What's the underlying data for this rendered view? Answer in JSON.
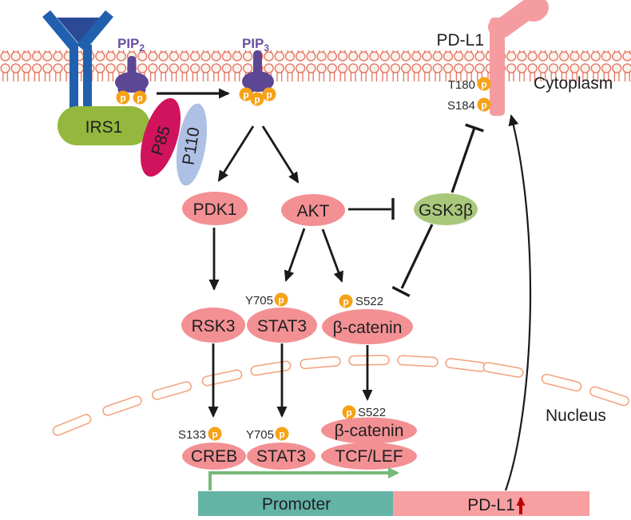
{
  "compartments": {
    "cytoplasm": "Cytoplasm",
    "nucleus": "Nucleus"
  },
  "phospho": "p",
  "lipids": {
    "pip2_base": "PIP",
    "pip2_sub": "2",
    "pip3_base": "PIP",
    "pip3_sub": "3"
  },
  "receptor_complex": {
    "irs1": "IRS1",
    "p85": "P85",
    "p110": "P110"
  },
  "kinases": {
    "pdk1": "PDK1",
    "akt": "AKT",
    "gsk3b": "GSK3β"
  },
  "cytoplasmic_effectors": {
    "rsk3": "RSK3",
    "stat3": "STAT3",
    "stat3_site": "Y705",
    "bcatenin": "β-catenin",
    "bcatenin_site": "S522"
  },
  "nuclear_factors": {
    "creb": "CREB",
    "creb_site": "S133",
    "stat3": "STAT3",
    "stat3_site": "Y705",
    "bcatenin": "β-catenin",
    "bcatenin_site": "S522",
    "tcflef": "TCF/LEF"
  },
  "pdl1_protein": {
    "label": "PD-L1",
    "site1": "T180",
    "site2": "S184"
  },
  "gene": {
    "promoter": "Promoter",
    "pdl1": "PD-L1"
  },
  "colors": {
    "node_pink": "#F29094",
    "gene_pink": "#F89FA2",
    "protein_pink": "#F59CA1",
    "node_green": "#A9C87C",
    "irs1_green": "#93B83D",
    "p85_crimson": "#D0135C",
    "p110_periwinkle": "#AEC0E4",
    "receptor_blue": "#2160AE",
    "receptor_triangle": "#2B4A96",
    "lipid_purple": "#5C4795",
    "phospho_orange": "#F5A216",
    "membrane_salmon": "#E2705B",
    "nuclear_membrane_salmon": "#F0A27D",
    "promoter_teal": "#64B4A6",
    "transcription_green": "#76B878",
    "upregulation_red": "#C00000",
    "arrow_black": "#1A1A1A"
  }
}
